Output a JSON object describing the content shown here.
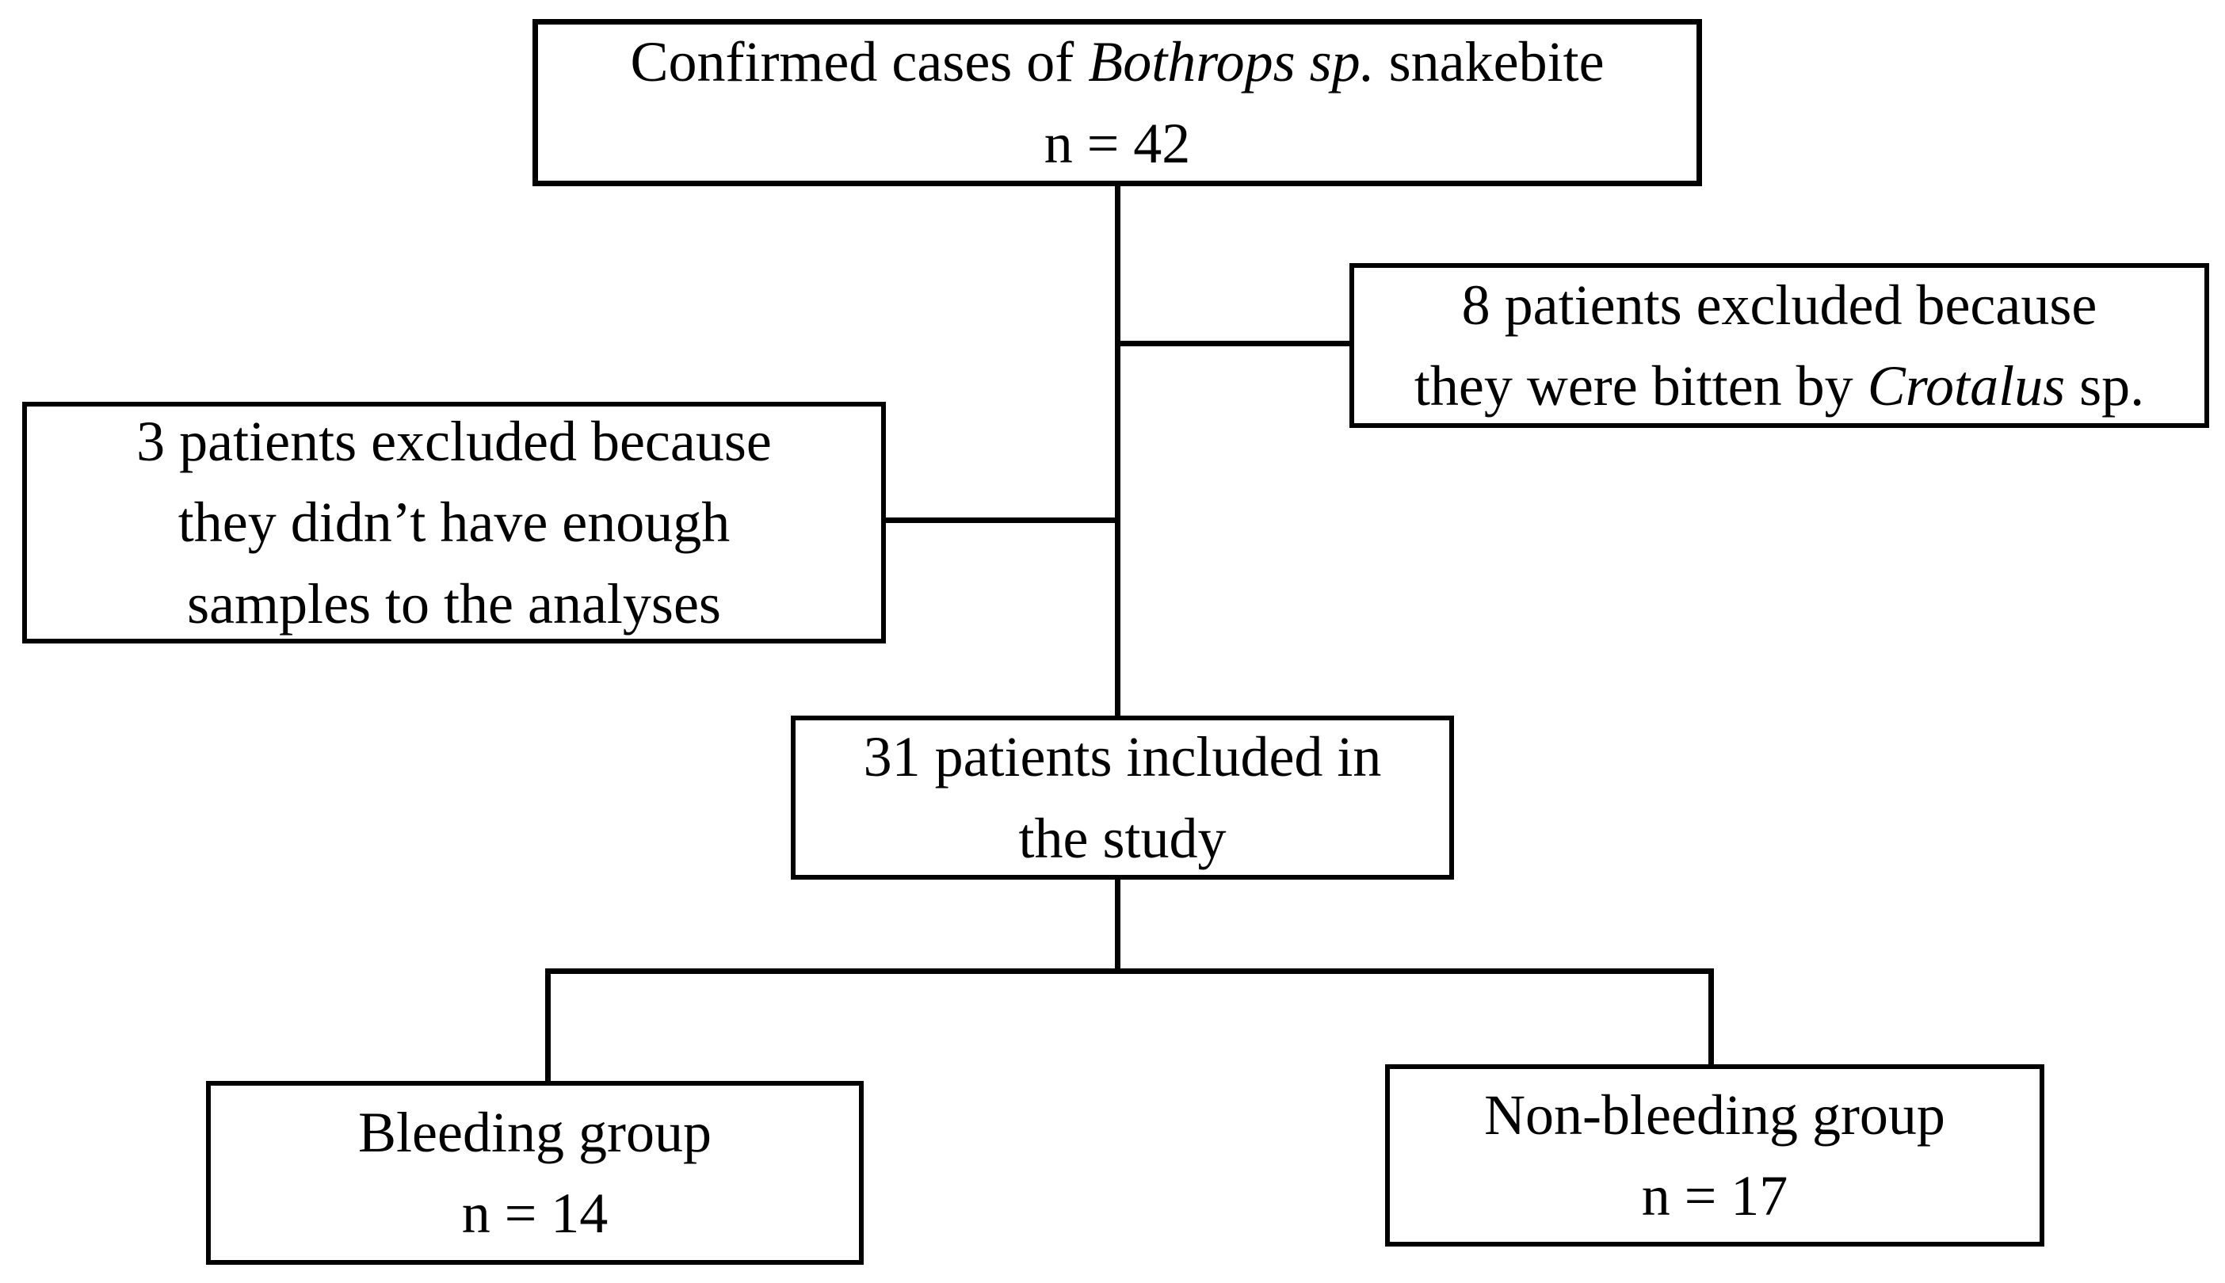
{
  "flowchart": {
    "background_color": "#ffffff",
    "line_color": "#000000",
    "text_color": "#000000",
    "nodes": {
      "confirmed": {
        "lines": [
          [
            {
              "text": "Confirmed cases of ",
              "italic": false
            },
            {
              "text": "Bothrops sp.",
              "italic": true
            },
            {
              "text": " snakebite",
              "italic": false
            }
          ],
          [
            {
              "text": "n = 42",
              "italic": false
            }
          ]
        ]
      },
      "excluded_crotalus": {
        "lines": [
          [
            {
              "text": "8 patients excluded because",
              "italic": false
            }
          ],
          [
            {
              "text": "they were bitten by ",
              "italic": false
            },
            {
              "text": "Crotalus",
              "italic": true
            },
            {
              "text": " sp.",
              "italic": false
            }
          ]
        ]
      },
      "excluded_samples": {
        "lines": [
          [
            {
              "text": "3 patients excluded because",
              "italic": false
            }
          ],
          [
            {
              "text": "they didn’t have enough",
              "italic": false
            }
          ],
          [
            {
              "text": "samples to the analyses",
              "italic": false
            }
          ]
        ]
      },
      "included": {
        "lines": [
          [
            {
              "text": "31 patients included in",
              "italic": false
            }
          ],
          [
            {
              "text": "the study",
              "italic": false
            }
          ]
        ]
      },
      "bleeding": {
        "lines": [
          [
            {
              "text": "Bleeding group",
              "italic": false
            }
          ],
          [
            {
              "text": "n = 14",
              "italic": false
            }
          ]
        ]
      },
      "non_bleeding": {
        "lines": [
          [
            {
              "text": "Non-bleeding group",
              "italic": false
            }
          ],
          [
            {
              "text": "n = 17",
              "italic": false
            }
          ]
        ]
      }
    }
  }
}
